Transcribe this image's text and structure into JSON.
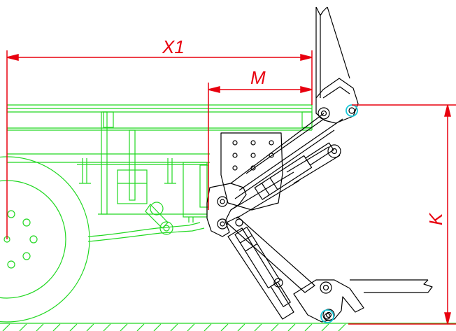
{
  "dimensions": {
    "x1_label": "X1",
    "m_label": "M",
    "k_label": "K"
  },
  "colors": {
    "dimension": "#e8000f",
    "chassis": "#22d822",
    "linkage": "#000000",
    "pivot_highlight": "#18c8d8",
    "background": "#ffffff"
  }
}
